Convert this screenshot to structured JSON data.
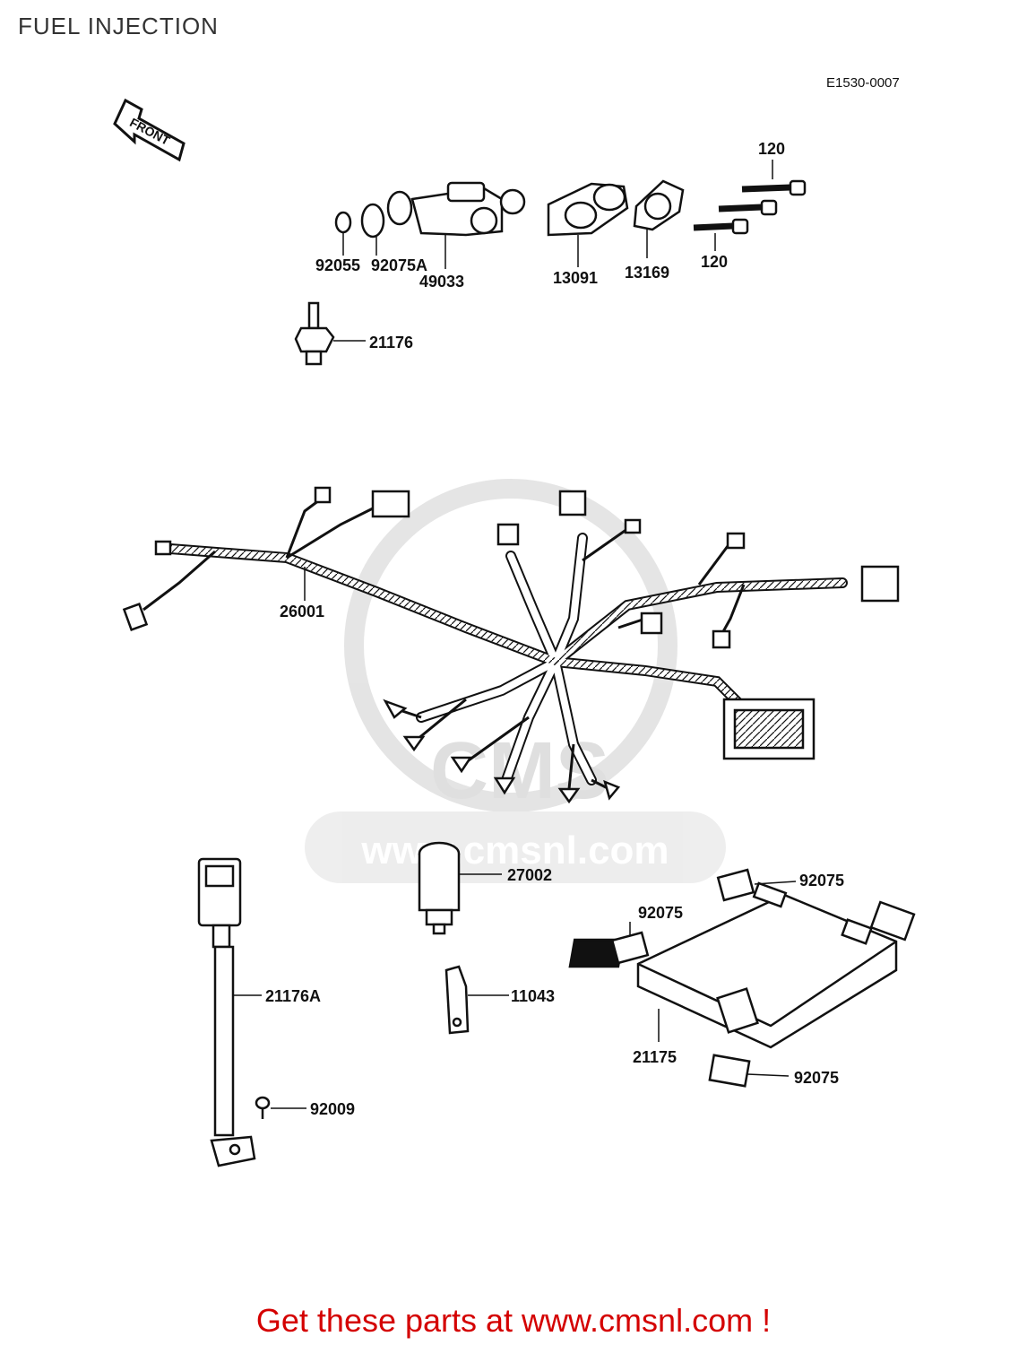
{
  "title": "FUEL INJECTION",
  "diagram_code": "E1530-0007",
  "front_marker": "FRONT",
  "watermark": {
    "text": "www.cmsnl.com",
    "logo": "CMS"
  },
  "part_labels": {
    "p92055": "92055",
    "p92075A": "92075A",
    "p49033": "49033",
    "p13091": "13091",
    "p13169": "13169",
    "p120_top": "120",
    "p120_bottom": "120",
    "p21176": "21176",
    "p26001": "26001",
    "p27002": "27002",
    "p92075_a": "92075",
    "p92075_b": "92075",
    "p92075_c": "92075",
    "p21176A": "21176A",
    "p11043": "11043",
    "p21175": "21175",
    "p92009": "92009"
  },
  "promo_text": "Get these parts at www.cmsnl.com !",
  "colors": {
    "promo": "#d40000",
    "line": "#111111",
    "watermark": "#dcdcdc"
  }
}
